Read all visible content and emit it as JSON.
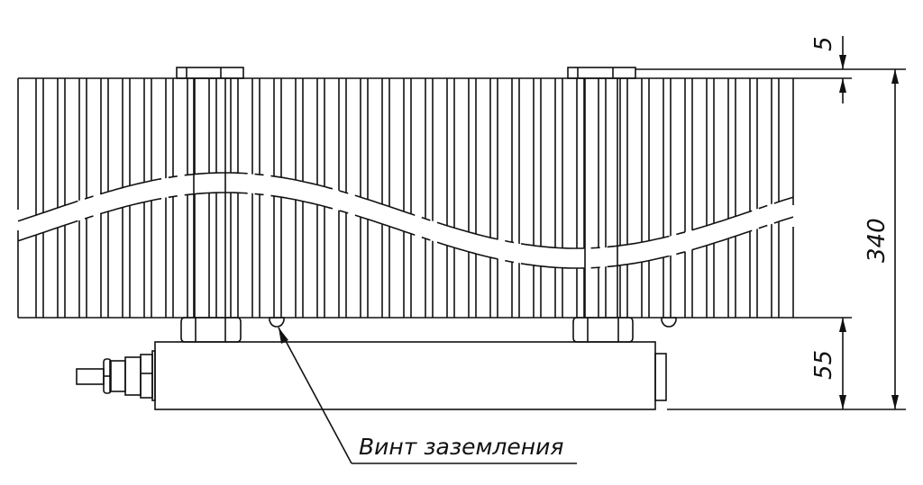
{
  "dimensions": {
    "top_gap": "5",
    "total_height": "340",
    "base_height": "55"
  },
  "callout": {
    "label": "Винт заземления"
  },
  "colors": {
    "line": "#111111",
    "background": "#ffffff"
  }
}
